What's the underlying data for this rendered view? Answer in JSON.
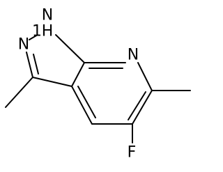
{
  "molecule": {
    "atoms": {
      "nh": "N",
      "nh_h": "H",
      "nh_h_index": "1",
      "n2": "N",
      "n7": "N",
      "f": "F"
    },
    "colors": {
      "bond": "#000000",
      "label": "#000000",
      "background": "#ffffff"
    }
  }
}
